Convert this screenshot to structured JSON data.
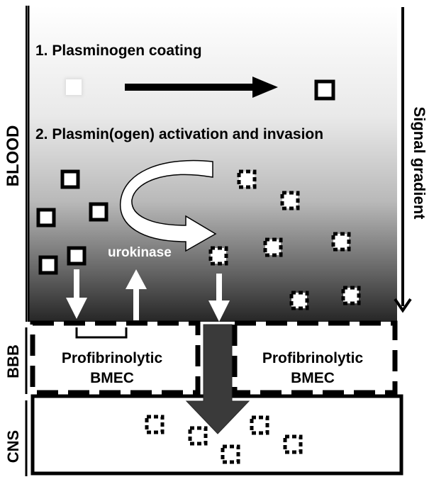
{
  "step1_label": "1. Plasminogen coating",
  "step2_label": "2. Plasmin(ogen) activation and invasion",
  "side_labels": {
    "blood": "BLOOD",
    "bbb": "BBB",
    "cns": "CNS",
    "gradient": "Signal gradient"
  },
  "urokinase_label": "urokinase",
  "cell_left": {
    "line1": "Profibrinolytic",
    "line2": "BMEC"
  },
  "cell_right": {
    "line1": "Profibrinolytic",
    "line2": "BMEC"
  },
  "colors": {
    "gradient_top": "#ffffff",
    "gradient_bottom": "#2b2b2b",
    "big_arrow": "#3a3a3a",
    "outline": "#000000"
  },
  "icons": [
    "plasminogen-particle",
    "coated-particle",
    "activated-particle",
    "curved-arrow",
    "down-arrow",
    "up-arrow"
  ]
}
